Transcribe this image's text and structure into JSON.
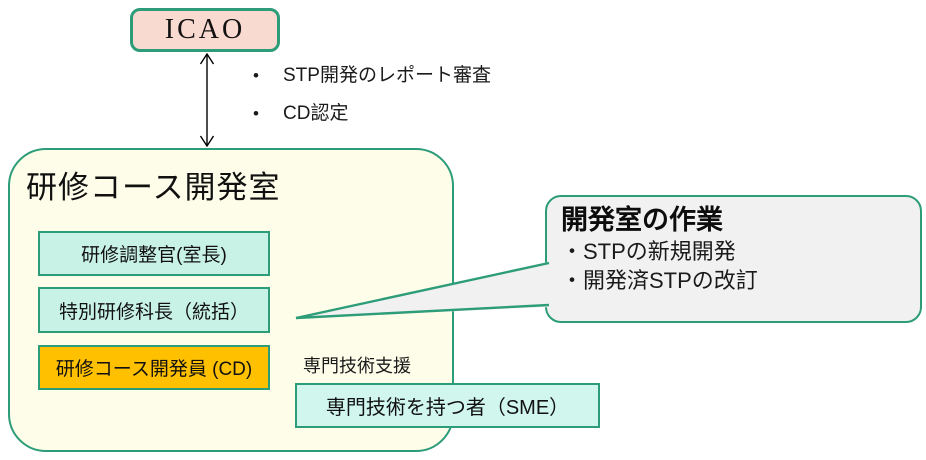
{
  "diagram": {
    "bullet_icon": "•",
    "icao_box": {
      "label": "ICAO"
    },
    "icao_bullets": {
      "items": [
        "STP開発のレポート審査",
        "CD認定"
      ]
    },
    "main_box": {
      "title": "研修コース開発室",
      "roles": [
        {
          "label": "研修調整官(室長)",
          "variant": "cyan"
        },
        {
          "label": "特別研修科長（統括）",
          "variant": "cyan"
        },
        {
          "label": "研修コース開発員 (CD)",
          "variant": "orange"
        }
      ],
      "support_label": "専門技術支援"
    },
    "sme_box": {
      "label": "専門技術を持つ者（SME）"
    },
    "callout": {
      "title": "開発室の作業",
      "items": [
        "・STPの新規開発",
        "・開発済STPの改訂"
      ]
    },
    "colors": {
      "teal_border": "#2d9c78",
      "cream_fill": "#fdfde9",
      "cyan_fill": "#c9f2e7",
      "sme_fill": "#d0f6ee",
      "orange_fill": "#ffc000",
      "pink_fill": "#f9dad1",
      "callout_fill": "#f1f1f1",
      "arrow": "#000000"
    }
  }
}
